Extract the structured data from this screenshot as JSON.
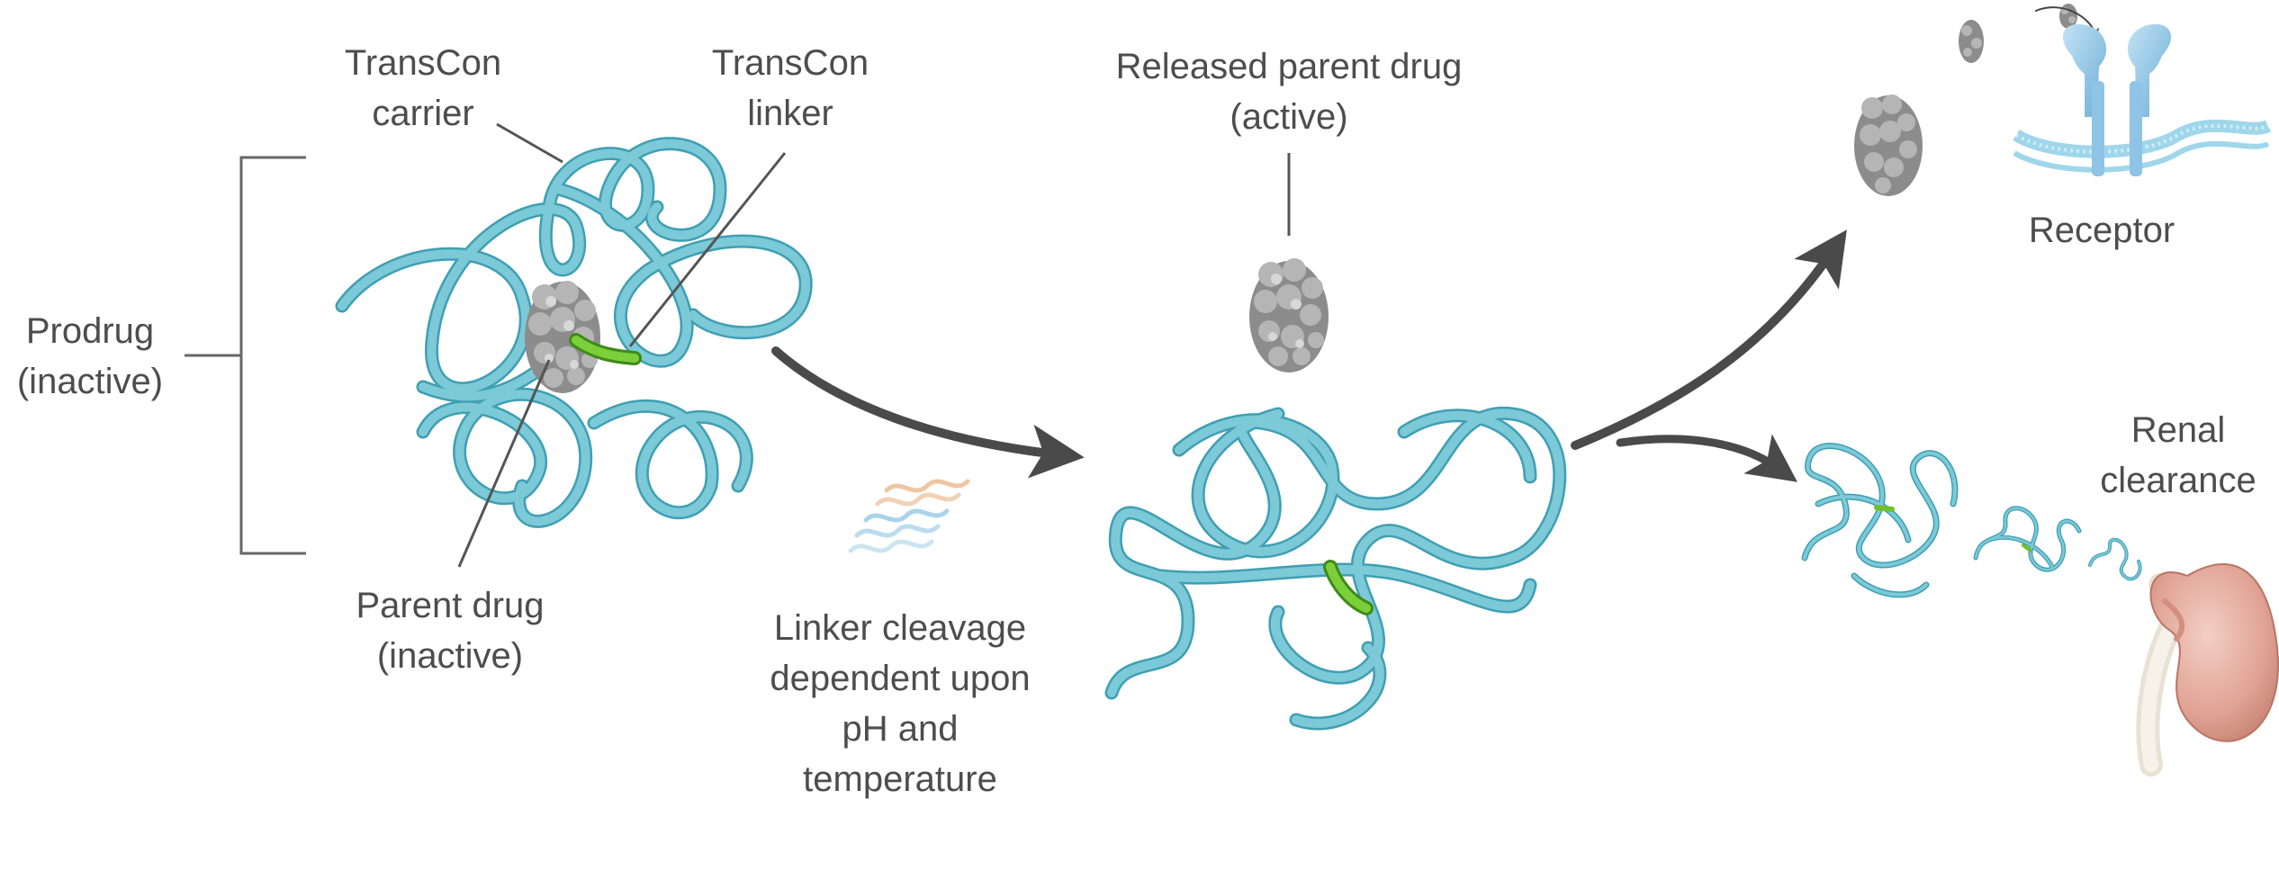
{
  "labels": {
    "carrier": [
      "TransCon",
      "carrier"
    ],
    "linker": [
      "TransCon",
      "linker"
    ],
    "prodrug": [
      "Prodrug",
      "(inactive)"
    ],
    "parent_drug": [
      "Parent drug",
      "(inactive)"
    ],
    "released": [
      "Released parent drug",
      "(active)"
    ],
    "cleavage": [
      "Linker cleavage",
      "dependent upon",
      "pH and",
      "temperature"
    ],
    "receptor": [
      "Receptor"
    ],
    "renal": [
      "Renal",
      "clearance"
    ]
  },
  "colors": {
    "ribbon": "#7cc9d8",
    "ribbon_dark": "#3f9fb3",
    "linker": "#6fbf2e",
    "linker_dark": "#3f8a18",
    "drug": "#8c8c8c",
    "drug_light": "#c4c4c4",
    "arrow": "#4a4a4a",
    "text": "#4d4d4d",
    "kidney": "#e3a99c",
    "ureter": "#f2ede4",
    "receptor": "#8fc4e6",
    "membrane": "#9fd6ea",
    "wave_blue": "#a9d3ea",
    "wave_peach": "#eec6a2"
  }
}
